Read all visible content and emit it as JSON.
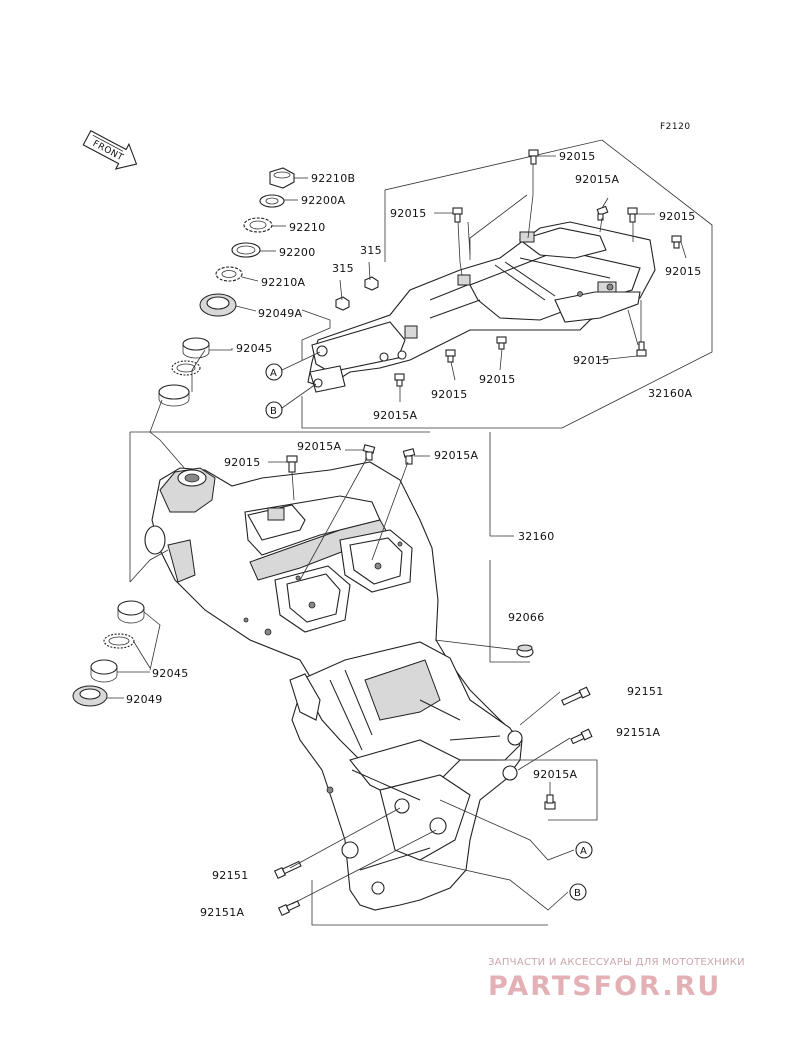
{
  "figure_id": "F2120",
  "front_label": "FRONT",
  "refs": {
    "a": "A",
    "b": "B"
  },
  "labels": {
    "l_92210B": "92210B",
    "l_92200A": "92200A",
    "l_92210": "92210",
    "l_92200": "92200",
    "l_92210A": "92210A",
    "l_92049A": "92049A",
    "l_92045_top": "92045",
    "l_315_a": "315",
    "l_315_b": "315",
    "l_92015_sub_top": "92015",
    "l_92015A_sub_right": "92015A",
    "l_92015_sub_left": "92015",
    "l_92015_sub_right1": "92015",
    "l_92015_sub_right2": "92015",
    "l_92015_sub_bot_right": "92015",
    "l_92015_sub_mid1": "92015",
    "l_92015_sub_mid2": "92015",
    "l_92015A_sub_bot": "92015A",
    "l_32160A": "32160A",
    "l_92015A_main1": "92015A",
    "l_92015_main": "92015",
    "l_92015A_main2": "92015A",
    "l_32160": "32160",
    "l_92066": "92066",
    "l_92045_bot": "92045",
    "l_92049": "92049",
    "l_92151_right": "92151",
    "l_92151A_right": "92151A",
    "l_92015A_main3": "92015A",
    "l_92151_left": "92151",
    "l_92151A_left": "92151A"
  },
  "watermark": {
    "top_text": "ЗАПЧАСТИ И АКСЕССУАРЫ ДЛЯ МОТОТЕХНИКИ",
    "logo_text": "PARTSFOR.RU"
  }
}
